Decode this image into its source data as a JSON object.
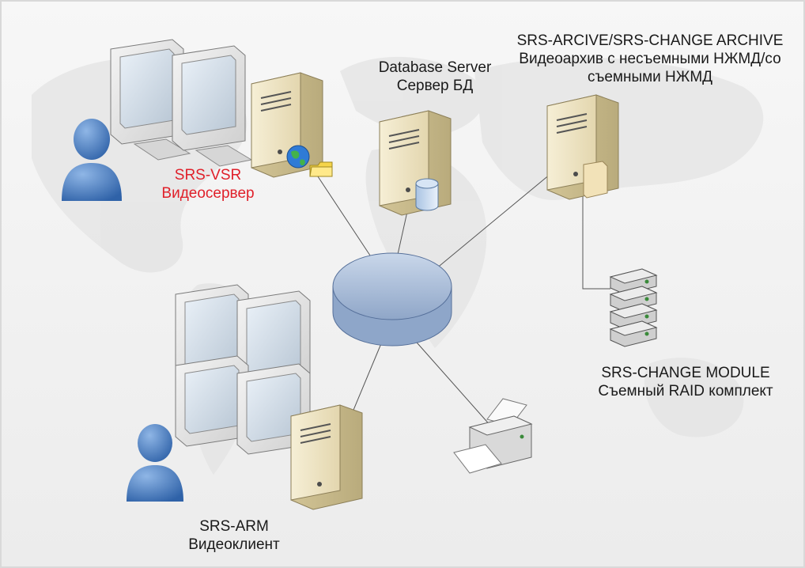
{
  "nodes": {
    "vsr": {
      "line1": "SRS-VSR",
      "line2": "Видеосервер"
    },
    "db": {
      "line1": "Database Server",
      "line2": "Сервер БД"
    },
    "archive": {
      "line1": "SRS-ARCIVE/SRS-CHANGE ARCHIVE",
      "line2": "Видеоархив с несъемными НЖМД/со",
      "line3": "съемными НЖМД"
    },
    "change_module": {
      "line1": "SRS-CHANGE MODULE",
      "line2": "Съемный RAID комплект"
    },
    "arm": {
      "line1": "SRS-ARM",
      "line2": "Видеоклиент"
    }
  },
  "icons": {
    "network_hub": "network-cylinder-icon",
    "user": "user-icon",
    "monitor": "monitor-icon",
    "server": "server-tower-icon",
    "database": "database-icon",
    "globe": "globe-icon",
    "folder": "folder-icon",
    "raid": "raid-stack-icon",
    "printer": "printer-icon"
  },
  "colors": {
    "vsr_label": "#e0202a",
    "hub_fill": "#a9bfdc",
    "user_fill": "#3f78bf",
    "server_fill": "#efe6c8"
  }
}
